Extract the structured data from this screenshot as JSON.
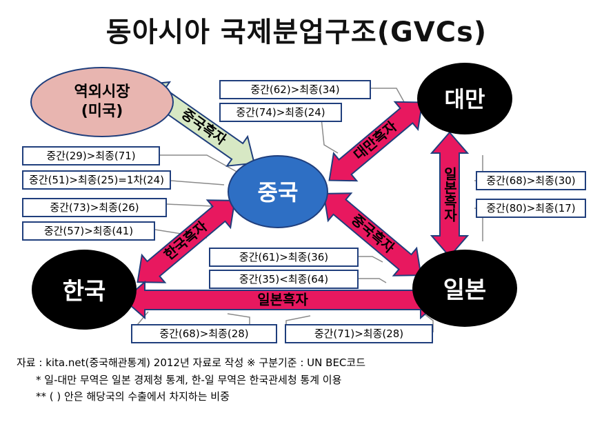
{
  "title": "동아시아 국제분업구조(GVCs)",
  "nodes": {
    "external_market": "역외시장\n(미국)",
    "china": "중국",
    "taiwan": "대만",
    "korea": "한국",
    "japan": "일본"
  },
  "arrow_labels": {
    "china_to_external": "중국흑자",
    "china_taiwan": "대만흑자",
    "japan_taiwan": "일본흑자",
    "korea_china": "한국흑자",
    "japan_china": "중국흑자",
    "japan_korea": "일본흑자"
  },
  "boxes": {
    "ch_ext_1": "중간(29)>최종(71)",
    "ch_ext_2": "중간(51)>최종(25)=1차(24)",
    "kr_ch_1": "중간(73)>최종(26)",
    "kr_ch_2": "중간(57)>최종(41)",
    "tw_ch_1": "중간(62)>최종(34)",
    "tw_ch_2": "중간(74)>최종(24)",
    "jp_tw_1": "중간(68)>최종(30)",
    "jp_tw_2": "중간(80)>최종(17)",
    "jp_ch_1": "중간(61)>최종(36)",
    "jp_ch_2": "중간(35)<최종(64)",
    "kr_jp_1": "중간(68)>최종(28)",
    "kr_jp_2": "중간(71)>최종(28)"
  },
  "colors": {
    "arrow_fill": "#e8185f",
    "arrow_green": "#d7e8c4",
    "node_dark": "#000000",
    "china_fill": "#2e6fc4",
    "external_fill": "#e8b5b0",
    "box_border": "#1f3e7c"
  },
  "footnotes": {
    "line1": "자료 : kita.net(중국해관통계) 2012년 자료로 작성 ※ 구분기준 : UN BEC코드",
    "line2": "* 일-대만 무역은 일본 경제청 통계, 한-일 무역은 한국관세청 통계 이용",
    "line3": "** (    ) 안은 해당국의 수출에서 차지하는 비중"
  }
}
